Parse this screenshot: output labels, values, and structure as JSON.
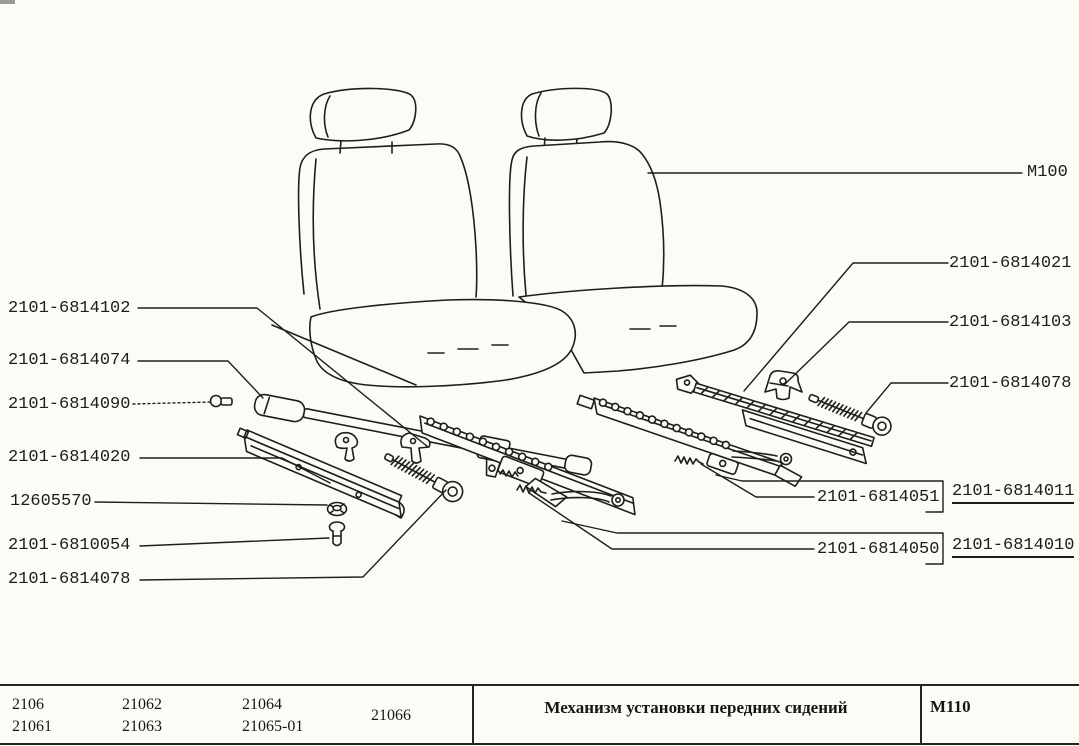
{
  "diagram": {
    "assembly_label": "М100",
    "left_part_labels": [
      "2101-6814102",
      "2101-6814074",
      "2101-6814090",
      "2101-6814020",
      "12605570",
      "2101-6810054",
      "2101-6814078"
    ],
    "right_part_labels": [
      "2101-6814021",
      "2101-6814103",
      "2101-6814078"
    ],
    "boxed_part_labels": [
      "2101-6814051",
      "2101-6814050"
    ],
    "alternate_part_labels": [
      "2101-6814011",
      "2101-6814010"
    ]
  },
  "footer": {
    "models": {
      "col1": [
        "2106",
        "21061"
      ],
      "col2": [
        "21062",
        "21063"
      ],
      "col3": [
        "21064",
        "21065-01"
      ],
      "col4": [
        "21066"
      ]
    },
    "title": "Механизм установки передних сидений",
    "sheet_code": "М110"
  },
  "ink_color": "#1e1e1c",
  "background_color": "#fcfcf6"
}
